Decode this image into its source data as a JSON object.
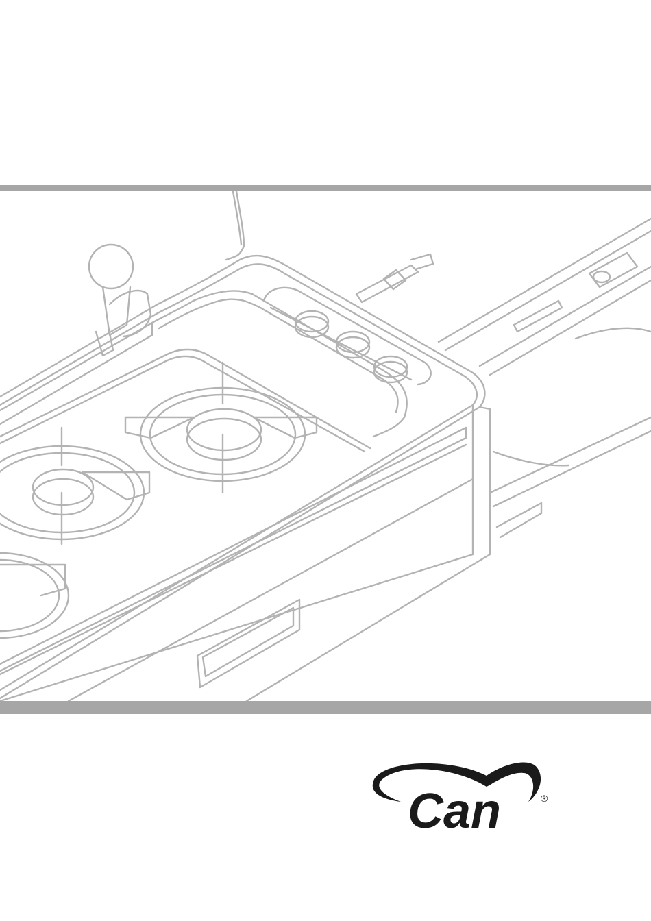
{
  "cover": {
    "brand": {
      "logo_icon": "can-brand-logo",
      "wordmark": "Can",
      "registered_mark": "®"
    },
    "illustration_icon": "stove-sink-combo-line-drawing",
    "colors": {
      "band": "#a6a6a6",
      "line_art": "#b3b3b3",
      "logo": "#1a1a1a",
      "background": "#ffffff"
    }
  }
}
